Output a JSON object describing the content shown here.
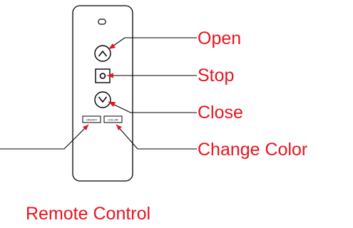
{
  "remote": {
    "buttons": {
      "onoff_label": "ON/OFF",
      "color_label": "COLOR"
    }
  },
  "callouts": {
    "open": "Open",
    "stop": "Stop",
    "close": "Close",
    "change_color": "Change Color"
  },
  "caption": "Remote Control",
  "colors": {
    "callout_red": "#e8141e",
    "outline": "#000000"
  }
}
